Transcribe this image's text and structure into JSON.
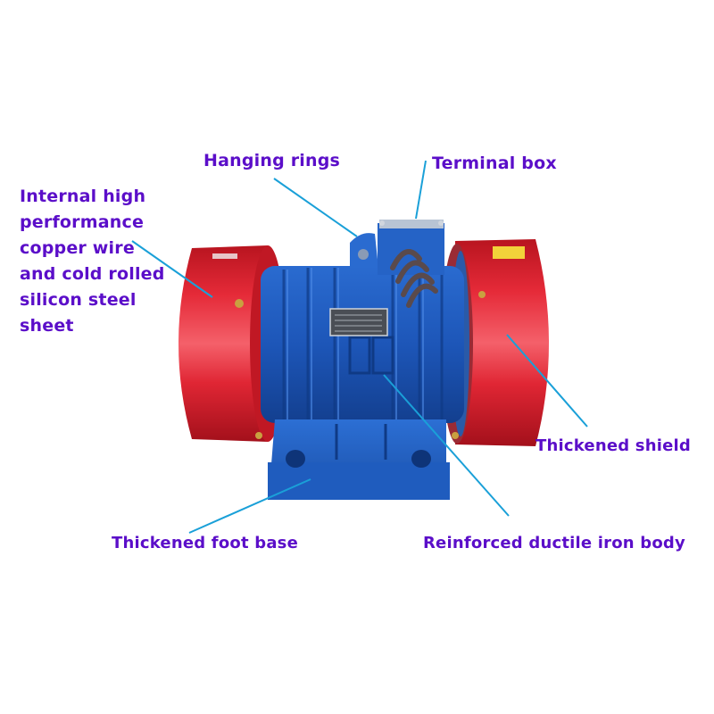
{
  "figure": {
    "subject": "vibration motor",
    "colors": {
      "label_text": "#5b0ec9",
      "leader_line": "#1aa0d8",
      "shield_red": "#d8202f",
      "body_blue": "#1f5fc0"
    },
    "callouts": [
      {
        "id": "hanging-rings",
        "text": "Hanging rings"
      },
      {
        "id": "terminal-box",
        "text": "Terminal box"
      },
      {
        "id": "internal",
        "text": "Internal high performance copper wire and cold rolled silicon steel sheet",
        "lines": [
          "Internal high",
          "performance",
          "copper wire",
          "and cold rolled",
          "silicon steel",
          "sheet"
        ]
      },
      {
        "id": "thickened-shield",
        "text": "Thickened shield"
      },
      {
        "id": "thickened-foot-base",
        "text": "Thickened foot base"
      },
      {
        "id": "reinforced-body",
        "text": "Reinforced ductile iron body"
      }
    ]
  }
}
